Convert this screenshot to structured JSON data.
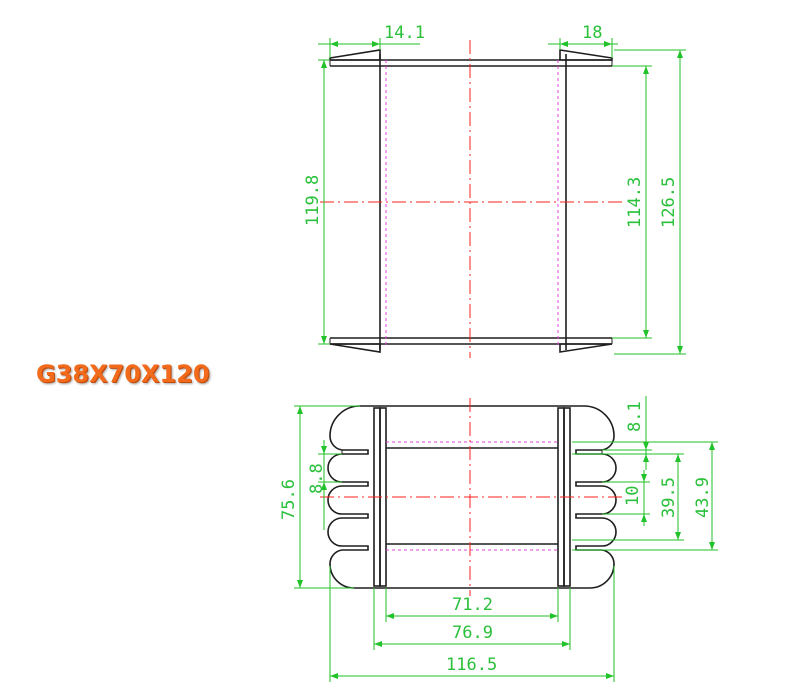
{
  "title": "G38X70X120",
  "colors": {
    "title": "#f26a1b",
    "dimension": "#22c22a",
    "outline": "#1e1e1e",
    "centerline": "#ff2020",
    "hidden": "#e040e0"
  },
  "top_view": {
    "flange_left_width": "14.1",
    "flange_right_width": "18",
    "inner_height": "119.8",
    "core_height": "114.3",
    "overall_height": "126.5"
  },
  "bottom_view": {
    "slot_width": "8.1",
    "slot_left": "8.8",
    "overall_height": "75.6",
    "pin_pitch": "10",
    "window_height": "39.5",
    "outer_height": "43.9",
    "inner_width": "71.2",
    "core_width": "76.9",
    "overall_width": "116.5"
  }
}
